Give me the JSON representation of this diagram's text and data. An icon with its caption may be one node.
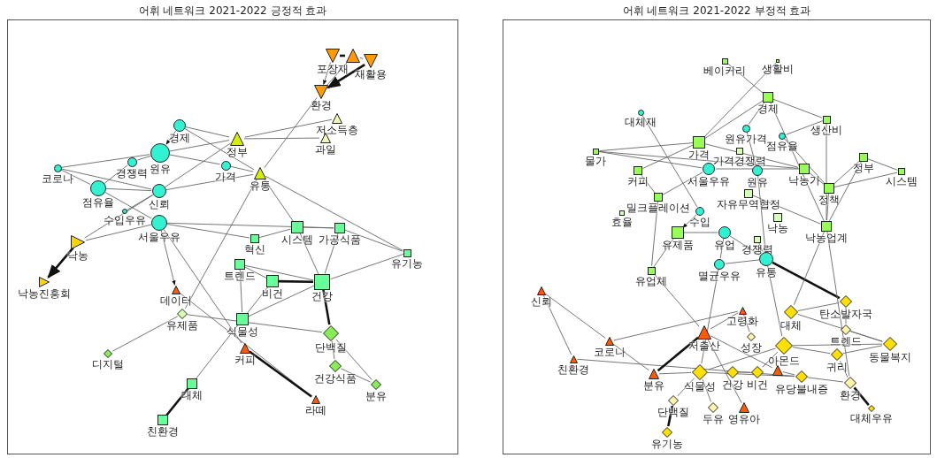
{
  "diagram": {
    "nodes": [
      {
        "text": [
          "어휘 네트워크 2021-2022 긍정적 효과"
        ]
      },
      {
        "text": [
          "포장재"
        ],
        "in": 0
      },
      {
        "text": [],
        "shape": "triangle",
        "in": 0
      },
      {
        "text": [
          "재활용"
        ],
        "in": 0
      },
      {
        "text": [
          "환경"
        ],
        "in": 0
      },
      {
        "text": [
          "저소득층"
        ],
        "in": 0
      },
      {
        "text": [
          "과일"
        ],
        "in": 0
      },
      {
        "text": [
          "경제"
        ],
        "in": 0
      },
      {
        "text": [
          "정부"
        ],
        "in": 0
      },
      {
        "text": [
          "원유"
        ],
        "in": 0
      },
      {
        "text": [
          "코로나"
        ],
        "in": 0
      },
      {
        "text": [
          "경쟁력"
        ],
        "in": 0
      },
      {
        "text": [
          "가격"
        ],
        "in": 0
      },
      {
        "text": [
          "유통"
        ],
        "in": 0
      },
      {
        "text": [
          "점유율"
        ],
        "in": 0
      },
      {
        "text": [
          "수입우유"
        ],
        "in": 0
      },
      {
        "text": [
          "신뢰"
        ],
        "in": 0
      },
      {
        "text": [
          "서울우유"
        ],
        "in": 0
      },
      {
        "text": [
          "낙농"
        ],
        "in": 0
      },
      {
        "text": [
          "낙농진흥회"
        ],
        "in": 0
      },
      {
        "text": [
          "혁신"
        ],
        "in": 0
      },
      {
        "text": [
          "시스템"
        ],
        "in": 0
      },
      {
        "text": [
          "가공식품"
        ],
        "in": 0
      },
      {
        "text": [
          "유기농"
        ],
        "in": 0
      },
      {
        "text": [
          "트렌드"
        ],
        "in": 0
      },
      {
        "text": [
          "비건"
        ],
        "in": 0
      },
      {
        "text": [
          "건강"
        ],
        "in": 0
      },
      {
        "text": [
          "데이터"
        ],
        "in": 0
      },
      {
        "text": [
          "유제품"
        ],
        "in": 0
      },
      {
        "text": [
          "식물성"
        ],
        "in": 0
      },
      {
        "text": [
          "단백질"
        ],
        "in": 0
      },
      {
        "text": [
          "디지털"
        ],
        "in": 0
      },
      {
        "text": [
          "커피"
        ],
        "in": 0
      },
      {
        "text": [
          "건강식품"
        ],
        "in": 0
      },
      {
        "text": [
          "분유"
        ],
        "in": 0
      },
      {
        "text": [
          "대체"
        ],
        "in": 0
      },
      {
        "text": [
          "라떼"
        ],
        "in": 0
      },
      {
        "text": [
          "친환경"
        ],
        "in": 0
      },
      {
        "text": [
          "어휘 네트워크 2021-2022 부정적 효과"
        ]
      },
      {
        "text": [
          "베이커리"
        ],
        "in": 38
      },
      {
        "text": [
          "생활비"
        ],
        "in": 38
      },
      {
        "text": [
          "경제"
        ],
        "in": 38
      },
      {
        "text": [
          "대체재"
        ],
        "in": 38
      },
      {
        "text": [
          "생산비"
        ],
        "in": 38
      },
      {
        "text": [
          "원유가격"
        ],
        "in": 38
      },
      {
        "text": [
          "점유율"
        ],
        "in": 38
      },
      {
        "text": [
          "가격"
        ],
        "in": 38
      },
      {
        "text": [
          "가격경쟁력"
        ],
        "in": 38
      },
      {
        "text": [
          "물가"
        ],
        "in": 38
      },
      {
        "text": [
          "커피"
        ],
        "in": 38
      },
      {
        "text": [
          "서울우유"
        ],
        "in": 38
      },
      {
        "text": [
          "원유"
        ],
        "in": 38
      },
      {
        "text": [
          "밀크플레이션"
        ],
        "in": 38
      },
      {
        "text": [
          "자유무역협정"
        ],
        "in": 38
      },
      {
        "text": [
          "낙농가"
        ],
        "in": 38
      },
      {
        "text": [
          "정부"
        ],
        "in": 38
      },
      {
        "text": [
          "시스템"
        ],
        "in": 38
      },
      {
        "text": [
          "정책"
        ],
        "in": 38
      },
      {
        "text": [
          "수입"
        ],
        "in": 38
      },
      {
        "text": [
          "낙농"
        ],
        "in": 38
      },
      {
        "text": [
          "효율"
        ],
        "in": 38
      },
      {
        "text": [
          "유제품"
        ],
        "in": 38
      },
      {
        "text": [
          "유업"
        ],
        "in": 38
      },
      {
        "text": [
          "경쟁력"
        ],
        "in": 38
      },
      {
        "text": [
          "낙농업계"
        ],
        "in": 38
      },
      {
        "text": [
          "멸균우유"
        ],
        "in": 38
      },
      {
        "text": [
          "유통"
        ],
        "in": 38
      },
      {
        "text": [
          "유업체"
        ],
        "in": 38
      },
      {
        "text": [
          "신뢰"
        ],
        "in": 38
      },
      {
        "text": [
          "고령화"
        ],
        "in": 38
      },
      {
        "text": [
          "대체"
        ],
        "in": 38
      },
      {
        "text": [
          "탄소발자국"
        ],
        "in": 38
      },
      {
        "text": [
          "저출산"
        ],
        "in": 38
      },
      {
        "text": [
          "성장"
        ],
        "in": 38
      },
      {
        "text": [
          "코로나"
        ],
        "in": 38
      },
      {
        "text": [
          "트렌드"
        ],
        "in": 38
      },
      {
        "text": [
          "아몬드"
        ],
        "in": 38
      },
      {
        "text": [
          "동물복지"
        ],
        "in": 38
      },
      {
        "text": [
          "귀리"
        ],
        "in": 38
      },
      {
        "text": [
          "친환경"
        ],
        "in": 38
      },
      {
        "text": [
          "분유"
        ],
        "in": 38
      },
      {
        "text": [
          "식물성"
        ],
        "in": 38
      },
      {
        "text": [
          "건강"
        ],
        "in": 38
      },
      {
        "text": [
          "비건"
        ],
        "in": 38
      },
      {
        "text": [],
        "shape": "triangle",
        "in": 38
      },
      {
        "text": [
          "유당불내증"
        ],
        "in": 38
      },
      {
        "text": [
          "환경"
        ],
        "in": 38
      },
      {
        "text": [
          "단백질"
        ],
        "in": 38
      },
      {
        "text": [
          "두유"
        ],
        "in": 38
      },
      {
        "text": [
          "영유아"
        ],
        "in": 38
      },
      {
        "text": [
          "대체우유"
        ],
        "in": 38
      },
      {
        "text": [
          "유기농"
        ],
        "in": 38
      }
    ],
    "edges": [
      {
        "from": 1,
        "to": 2,
        "arrow": "none",
        "style": "thick"
      },
      {
        "from": 2,
        "to": 3,
        "arrow": "none"
      },
      {
        "from": 1,
        "to": 4,
        "arrow": "to"
      },
      {
        "from": 3,
        "to": 4,
        "arrow": "to",
        "style": "thick"
      },
      {
        "from": 2,
        "to": 4,
        "arrow": "none"
      },
      {
        "from": 4,
        "to": 13,
        "arrow": "none"
      },
      {
        "from": 5,
        "to": 8,
        "arrow": "none"
      },
      {
        "from": 8,
        "to": 6,
        "arrow": "none"
      },
      {
        "from": 7,
        "to": 8,
        "arrow": "none"
      },
      {
        "from": 7,
        "to": 9,
        "arrow": "to"
      },
      {
        "from": 7,
        "to": 13,
        "arrow": "none"
      },
      {
        "from": 9,
        "to": 8,
        "arrow": "none"
      },
      {
        "from": 9,
        "to": 12,
        "arrow": "none"
      },
      {
        "from": 9,
        "to": 11,
        "arrow": "none"
      },
      {
        "from": 10,
        "to": 9,
        "arrow": "none"
      },
      {
        "from": 10,
        "to": 14,
        "arrow": "none"
      },
      {
        "from": 10,
        "to": 16,
        "arrow": "none"
      },
      {
        "from": 14,
        "to": 17,
        "arrow": "none"
      },
      {
        "from": 14,
        "to": 11,
        "arrow": "none"
      },
      {
        "from": 14,
        "to": 16,
        "arrow": "none"
      },
      {
        "from": 16,
        "to": 8,
        "arrow": "none"
      },
      {
        "from": 16,
        "to": 13,
        "arrow": "none"
      },
      {
        "from": 16,
        "to": 18,
        "arrow": "none"
      },
      {
        "from": 17,
        "to": 18,
        "arrow": "none"
      },
      {
        "from": 18,
        "to": 19,
        "arrow": "to",
        "style": "thick"
      },
      {
        "from": 17,
        "to": 20,
        "arrow": "none"
      },
      {
        "from": 17,
        "to": 22,
        "arrow": "none"
      },
      {
        "from": 17,
        "to": 27,
        "arrow": "to"
      },
      {
        "from": 17,
        "to": 32,
        "arrow": "none"
      },
      {
        "from": 20,
        "to": 21,
        "arrow": "none"
      },
      {
        "from": 21,
        "to": 22,
        "arrow": "none"
      },
      {
        "from": 13,
        "to": 21,
        "arrow": "none"
      },
      {
        "from": 13,
        "to": 23,
        "arrow": "none"
      },
      {
        "from": 21,
        "to": 26,
        "arrow": "none"
      },
      {
        "from": 22,
        "to": 26,
        "arrow": "none"
      },
      {
        "from": 22,
        "to": 23,
        "arrow": "none"
      },
      {
        "from": 23,
        "to": 26,
        "arrow": "none"
      },
      {
        "from": 24,
        "to": 26,
        "arrow": "none"
      },
      {
        "from": 25,
        "to": 26,
        "arrow": "none",
        "style": "thick"
      },
      {
        "from": 24,
        "to": 25,
        "arrow": "none"
      },
      {
        "from": 24,
        "to": 29,
        "arrow": "none"
      },
      {
        "from": 25,
        "to": 29,
        "arrow": "none"
      },
      {
        "from": 29,
        "to": 26,
        "arrow": "none"
      },
      {
        "from": 28,
        "to": 30,
        "arrow": "none"
      },
      {
        "from": 13,
        "to": 28,
        "arrow": "none"
      },
      {
        "from": 27,
        "to": 36,
        "arrow": "none"
      },
      {
        "from": 32,
        "to": 36,
        "arrow": "none",
        "style": "thick"
      },
      {
        "from": 28,
        "to": 31,
        "arrow": "none"
      },
      {
        "from": 29,
        "to": 35,
        "arrow": "none"
      },
      {
        "from": 35,
        "to": 37,
        "arrow": "none",
        "style": "thick"
      },
      {
        "from": 26,
        "to": 30,
        "arrow": "none",
        "style": "thick"
      },
      {
        "from": 30,
        "to": 33,
        "arrow": "none"
      },
      {
        "from": 30,
        "to": 34,
        "arrow": "none"
      },
      {
        "from": 33,
        "to": 34,
        "arrow": "none"
      },
      {
        "from": 15,
        "to": 16,
        "arrow": "none"
      },
      {
        "from": 12,
        "to": 13,
        "arrow": "none"
      },
      {
        "from": 39,
        "to": 41,
        "arrow": "none"
      },
      {
        "from": 40,
        "to": 46,
        "arrow": "none"
      },
      {
        "from": 41,
        "to": 46,
        "arrow": "none"
      },
      {
        "from": 41,
        "to": 44,
        "arrow": "none"
      },
      {
        "from": 41,
        "to": 43,
        "arrow": "none"
      },
      {
        "from": 41,
        "to": 64,
        "arrow": "none"
      },
      {
        "from": 42,
        "to": 58,
        "arrow": "none"
      },
      {
        "from": 43,
        "to": 45,
        "arrow": "none"
      },
      {
        "from": 43,
        "to": 64,
        "arrow": "none"
      },
      {
        "from": 46,
        "to": 48,
        "arrow": "none"
      },
      {
        "from": 46,
        "to": 49,
        "arrow": "none"
      },
      {
        "from": 46,
        "to": 54,
        "arrow": "none"
      },
      {
        "from": 48,
        "to": 50,
        "arrow": "none"
      },
      {
        "from": 48,
        "to": 54,
        "arrow": "none"
      },
      {
        "from": 49,
        "to": 52,
        "arrow": "none"
      },
      {
        "from": 55,
        "to": 56,
        "arrow": "none"
      },
      {
        "from": 55,
        "to": 57,
        "arrow": "none"
      },
      {
        "from": 57,
        "to": 56,
        "arrow": "none"
      },
      {
        "from": 55,
        "to": 64,
        "arrow": "none"
      },
      {
        "from": 57,
        "to": 64,
        "arrow": "none"
      },
      {
        "from": 54,
        "to": 57,
        "arrow": "none"
      },
      {
        "from": 54,
        "to": 50,
        "arrow": "none"
      },
      {
        "from": 52,
        "to": 67,
        "arrow": "none"
      },
      {
        "from": 52,
        "to": 50,
        "arrow": "none"
      },
      {
        "from": 58,
        "to": 61,
        "arrow": "to"
      },
      {
        "from": 62,
        "to": 65,
        "arrow": "none"
      },
      {
        "from": 62,
        "to": 66,
        "arrow": "none"
      },
      {
        "from": 66,
        "to": 65,
        "arrow": "none"
      },
      {
        "from": 67,
        "to": 61,
        "arrow": "none"
      },
      {
        "from": 61,
        "to": 62,
        "arrow": "none"
      },
      {
        "from": 66,
        "to": 71,
        "arrow": "none",
        "style": "thick"
      },
      {
        "from": 67,
        "to": 72,
        "arrow": "none"
      },
      {
        "from": 64,
        "to": 70,
        "arrow": "none"
      },
      {
        "from": 64,
        "to": 86,
        "arrow": "none"
      },
      {
        "from": 53,
        "to": 64,
        "arrow": "none"
      },
      {
        "from": 63,
        "to": 66,
        "arrow": "none"
      },
      {
        "from": 66,
        "to": 76,
        "arrow": "none"
      },
      {
        "from": 65,
        "to": 81,
        "arrow": "none"
      },
      {
        "from": 68,
        "to": 74,
        "arrow": "none"
      },
      {
        "from": 68,
        "to": 79,
        "arrow": "none"
      },
      {
        "from": 74,
        "to": 69,
        "arrow": "none"
      },
      {
        "from": 74,
        "to": 80,
        "arrow": "none"
      },
      {
        "from": 79,
        "to": 85,
        "arrow": "none"
      },
      {
        "from": 80,
        "to": 72,
        "arrow": "none",
        "style": "thick"
      },
      {
        "from": 80,
        "to": 81,
        "arrow": "none"
      },
      {
        "from": 72,
        "to": 69,
        "arrow": "none"
      },
      {
        "from": 72,
        "to": 84,
        "arrow": "none"
      },
      {
        "from": 69,
        "to": 73,
        "arrow": "none"
      },
      {
        "from": 70,
        "to": 71,
        "arrow": "none"
      },
      {
        "from": 71,
        "to": 75,
        "arrow": "none"
      },
      {
        "from": 70,
        "to": 77,
        "arrow": "none"
      },
      {
        "from": 76,
        "to": 78,
        "arrow": "none"
      },
      {
        "from": 76,
        "to": 81,
        "arrow": "none"
      },
      {
        "from": 76,
        "to": 83,
        "arrow": "none"
      },
      {
        "from": 76,
        "to": 77,
        "arrow": "none"
      },
      {
        "from": 78,
        "to": 77,
        "arrow": "none"
      },
      {
        "from": 75,
        "to": 77,
        "arrow": "none"
      },
      {
        "from": 86,
        "to": 90,
        "arrow": "none",
        "style": "thick"
      },
      {
        "from": 86,
        "to": 78,
        "arrow": "none"
      },
      {
        "from": 81,
        "to": 85,
        "arrow": "none"
      },
      {
        "from": 81,
        "to": 87,
        "arrow": "none"
      },
      {
        "from": 87,
        "to": 91,
        "arrow": "none",
        "style": "thick"
      },
      {
        "from": 81,
        "to": 88,
        "arrow": "none"
      },
      {
        "from": 82,
        "to": 83,
        "arrow": "none"
      },
      {
        "from": 89,
        "to": 72,
        "arrow": "none"
      },
      {
        "from": 85,
        "to": 86,
        "arrow": "none"
      },
      {
        "from": 84,
        "to": 85,
        "arrow": "none"
      },
      {
        "from": 51,
        "to": 66,
        "arrow": "none"
      },
      {
        "from": 44,
        "to": 51,
        "arrow": "none"
      },
      {
        "from": 45,
        "to": 57,
        "arrow": "none"
      }
    ]
  }
}
